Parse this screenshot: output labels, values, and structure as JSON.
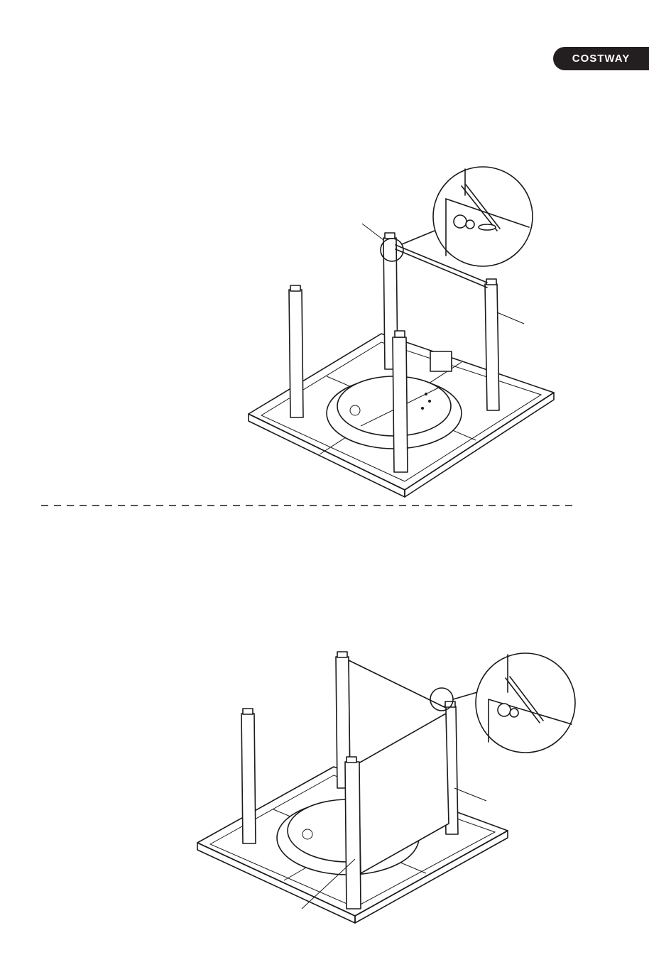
{
  "brand": {
    "label": "COSTWAY"
  },
  "colors": {
    "ink": "#1a1a1a",
    "badge_bg": "#231f20",
    "badge_text": "#ffffff"
  },
  "figures": [
    {
      "name": "step-upper",
      "icons": [
        "table-frame",
        "legs",
        "panel",
        "detail-magnifier-bolt"
      ]
    },
    {
      "name": "step-lower",
      "icons": [
        "table-frame",
        "legs",
        "panel",
        "detail-magnifier-bolt"
      ]
    }
  ]
}
